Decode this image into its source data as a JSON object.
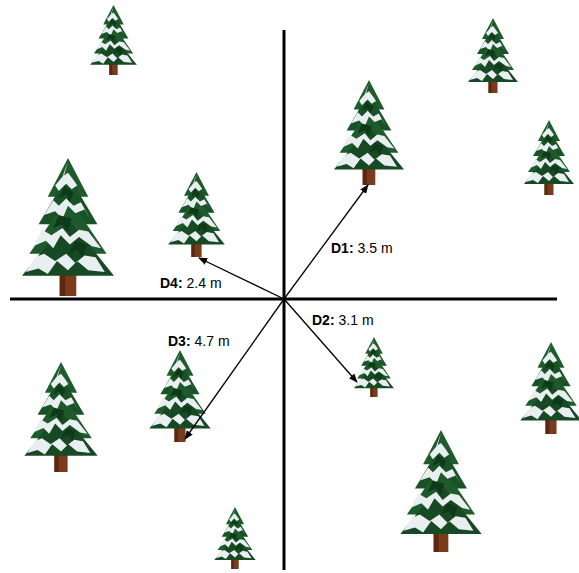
{
  "diagram": {
    "labels": [
      "D1:",
      "3.5 m",
      "D2:",
      "3.1 m",
      "D3:",
      "4.7 m",
      "D4:",
      "2.4 m"
    ]
  }
}
